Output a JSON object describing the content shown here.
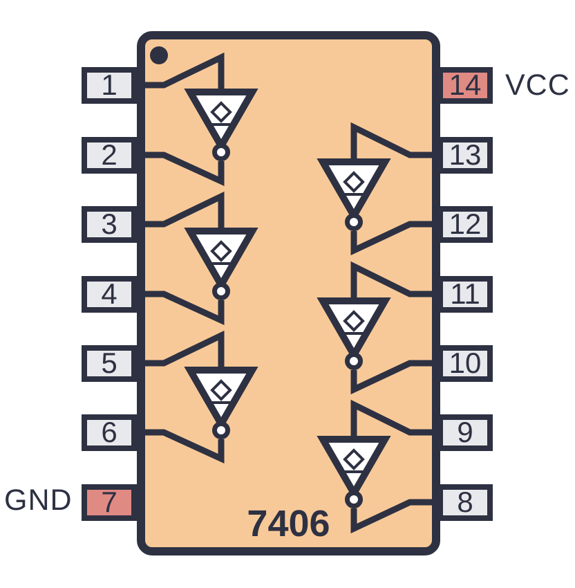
{
  "chip": {
    "part_number": "7406",
    "package": "DIP-14",
    "pin1_marker": "dot-top-left"
  },
  "pins": {
    "left": [
      {
        "number": "1"
      },
      {
        "number": "2"
      },
      {
        "number": "3"
      },
      {
        "number": "4"
      },
      {
        "number": "5"
      },
      {
        "number": "6"
      },
      {
        "number": "7",
        "label": "GND",
        "power": true
      }
    ],
    "right": [
      {
        "number": "14",
        "label": "VCC",
        "power": true
      },
      {
        "number": "13"
      },
      {
        "number": "12"
      },
      {
        "number": "11"
      },
      {
        "number": "10"
      },
      {
        "number": "9"
      },
      {
        "number": "8"
      }
    ]
  },
  "gates": [
    {
      "type": "inverter-open-collector",
      "input_pin": "1",
      "output_pin": "2",
      "side": "left"
    },
    {
      "type": "inverter-open-collector",
      "input_pin": "3",
      "output_pin": "4",
      "side": "left"
    },
    {
      "type": "inverter-open-collector",
      "input_pin": "5",
      "output_pin": "6",
      "side": "left"
    },
    {
      "type": "inverter-open-collector",
      "input_pin": "13",
      "output_pin": "12",
      "side": "right"
    },
    {
      "type": "inverter-open-collector",
      "input_pin": "11",
      "output_pin": "10",
      "side": "right"
    },
    {
      "type": "inverter-open-collector",
      "input_pin": "9",
      "output_pin": "8",
      "side": "right"
    }
  ],
  "colors": {
    "chip_body": "#f8c998",
    "outline": "#2d3142",
    "pin_fill": "#e8e9ec",
    "power_pin_fill": "#e08a84",
    "gate_fill": "#ffffff",
    "background": "#ffffff"
  }
}
